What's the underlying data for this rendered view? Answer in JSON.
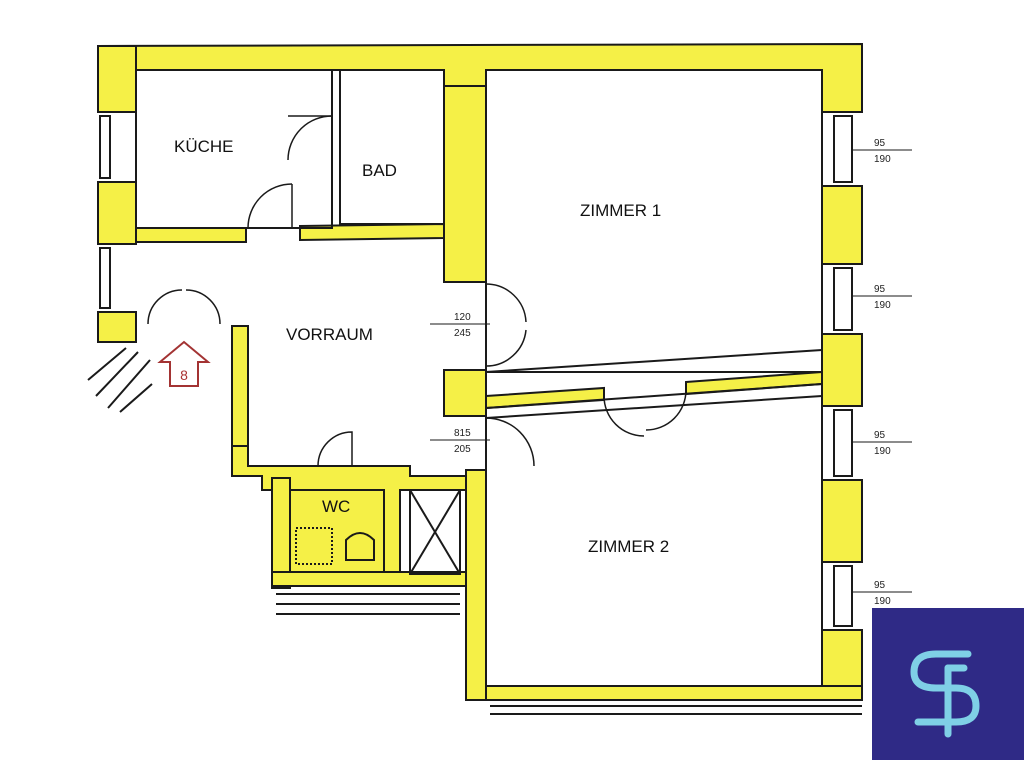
{
  "rooms": {
    "kitchen": "KÜCHE",
    "bath": "BAD",
    "room1": "ZIMMER 1",
    "hall": "VORRAUM",
    "wc": "WC",
    "room2": "ZIMMER 2"
  },
  "entrance_marker": "8",
  "dimensions": {
    "win1_top": "95",
    "win1_bot": "190",
    "win2_top": "95",
    "win2_bot": "190",
    "win3_top": "95",
    "win3_bot": "190",
    "win4_top": "95",
    "win4_bot": "190",
    "door_r1_top": "120",
    "door_r1_bot": "245",
    "door_r2_top": "815",
    "door_r2_bot": "205"
  },
  "colors": {
    "wall": "#f5f047",
    "line": "#1a1a1a",
    "logo_bg": "#2f2a86",
    "logo_fg": "#7fd0e6",
    "arrow": "#a33333"
  }
}
